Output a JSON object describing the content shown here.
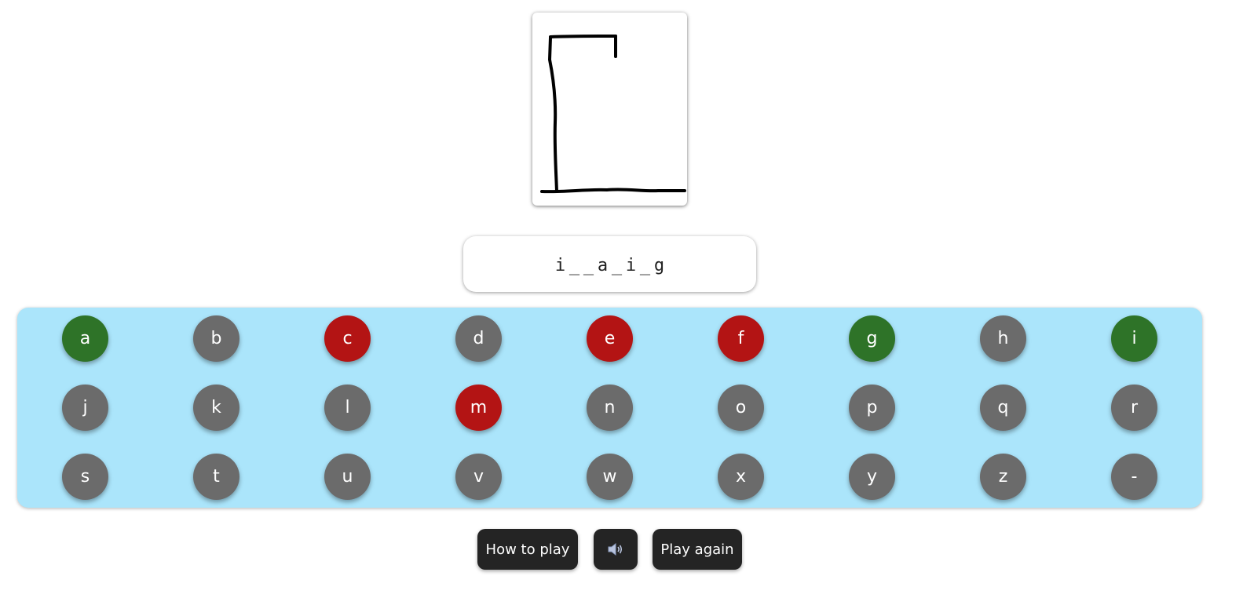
{
  "gallows": {
    "stage": 4,
    "total_stages": 10
  },
  "word": {
    "slots": [
      "i",
      "_",
      "_",
      "a",
      "_",
      "i",
      "_",
      "g"
    ]
  },
  "colors": {
    "correct": "#2e7328",
    "wrong": "#b31414",
    "unused": "#6b6b6b",
    "keyboard_bg": "#abe5fb",
    "button_bg": "#242424"
  },
  "keys": [
    {
      "letter": "a",
      "state": "correct"
    },
    {
      "letter": "b",
      "state": "unused"
    },
    {
      "letter": "c",
      "state": "wrong"
    },
    {
      "letter": "d",
      "state": "unused"
    },
    {
      "letter": "e",
      "state": "wrong"
    },
    {
      "letter": "f",
      "state": "wrong"
    },
    {
      "letter": "g",
      "state": "correct"
    },
    {
      "letter": "h",
      "state": "unused"
    },
    {
      "letter": "i",
      "state": "correct"
    },
    {
      "letter": "j",
      "state": "unused"
    },
    {
      "letter": "k",
      "state": "unused"
    },
    {
      "letter": "l",
      "state": "unused"
    },
    {
      "letter": "m",
      "state": "wrong"
    },
    {
      "letter": "n",
      "state": "unused"
    },
    {
      "letter": "o",
      "state": "unused"
    },
    {
      "letter": "p",
      "state": "unused"
    },
    {
      "letter": "q",
      "state": "unused"
    },
    {
      "letter": "r",
      "state": "unused"
    },
    {
      "letter": "s",
      "state": "unused"
    },
    {
      "letter": "t",
      "state": "unused"
    },
    {
      "letter": "u",
      "state": "unused"
    },
    {
      "letter": "v",
      "state": "unused"
    },
    {
      "letter": "w",
      "state": "unused"
    },
    {
      "letter": "x",
      "state": "unused"
    },
    {
      "letter": "y",
      "state": "unused"
    },
    {
      "letter": "z",
      "state": "unused"
    },
    {
      "letter": "-",
      "state": "unused"
    }
  ],
  "controls": {
    "how_to_play_label": "How to play",
    "sound_icon": "speaker-icon",
    "play_again_label": "Play again"
  }
}
